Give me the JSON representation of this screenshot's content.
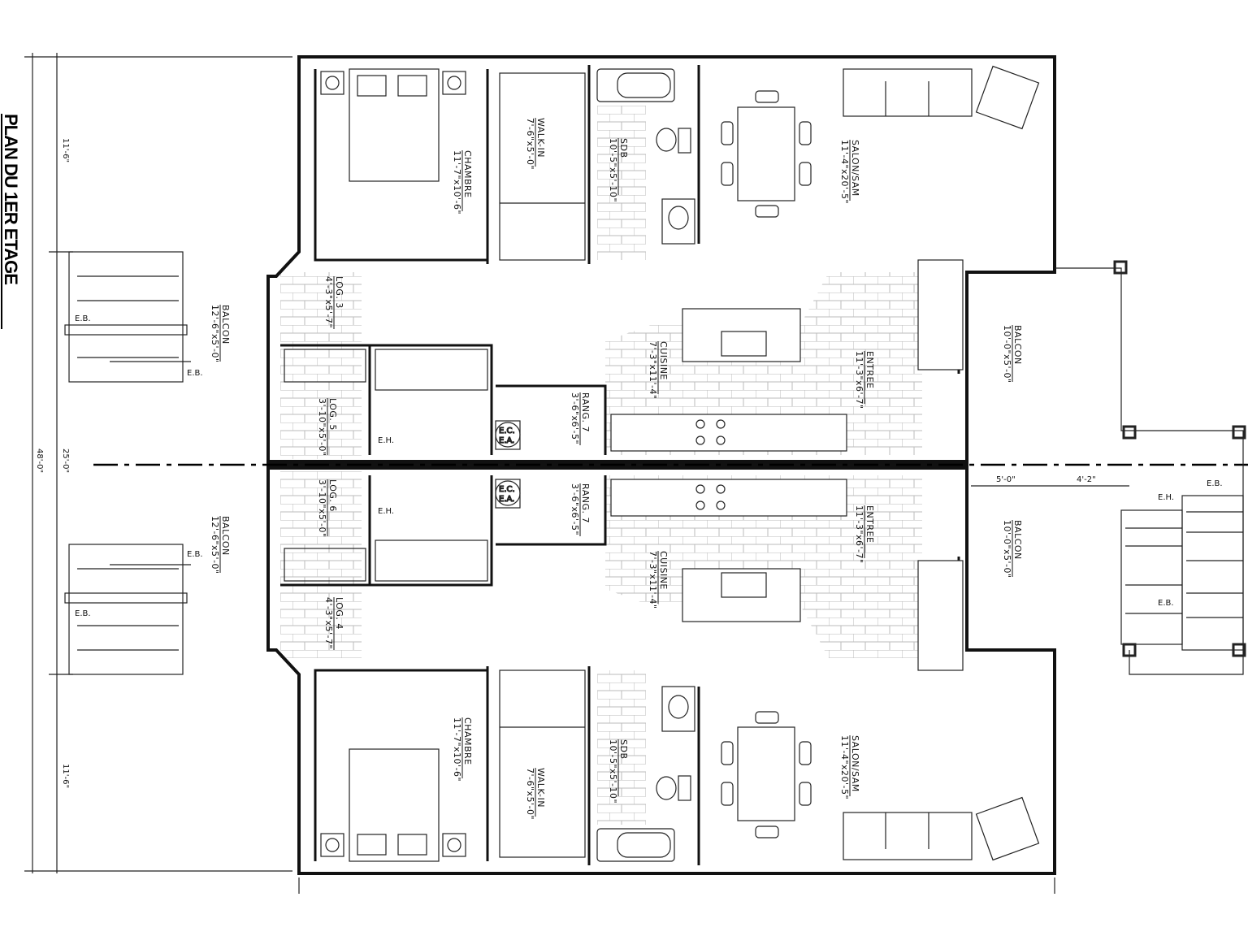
{
  "title": "PLAN DU 1ER ETAGE",
  "dimensions": {
    "top_unit": "11'-6\"",
    "middle": "25'-0\"",
    "overall": "48'-0\"",
    "bottom_unit": "11'-6\"",
    "right_balcony_depth": "5'-0\"",
    "right_stair_offset": "4'-2\""
  },
  "rooms": [
    {
      "name": "CHAMBRE",
      "dims": "11'-7\"x10'-6\""
    },
    {
      "name": "WALK-IN",
      "dims": "7'-6\"x5'-0\""
    },
    {
      "name": "SDB",
      "dims": "10'-5\"x5'-10\""
    },
    {
      "name": "SALON/SAM",
      "dims": "11'-4\"x20'-5\""
    },
    {
      "name": "BALCON",
      "dims": "12'-6\"x5'-0\""
    },
    {
      "name": "LOG. 3",
      "dims": "4'-3\"x5'-7\""
    },
    {
      "name": "LOG. 5",
      "dims": "3'-10\"x5'-0\""
    },
    {
      "name": "RANG. 7",
      "dims": "3'-6\"x6'-5\""
    },
    {
      "name": "CUISINE",
      "dims": "7'-3\"x11'-4\""
    },
    {
      "name": "ENTREE",
      "dims": "11'-3\"x6'-7\""
    },
    {
      "name": "BALCON",
      "dims": "10'-0\"x5'-0\""
    },
    {
      "name": "BALCON",
      "dims": "12'-6\"x5'-0\""
    },
    {
      "name": "LOG. 6",
      "dims": "3'-10\"x5'-0\""
    },
    {
      "name": "LOG. 4",
      "dims": "4'-3\"x5'-7\""
    },
    {
      "name": "RANG. 7",
      "dims": "3'-6\"x6'-5\""
    },
    {
      "name": "CUISINE",
      "dims": "7'-3\"x11'-4\""
    },
    {
      "name": "ENTREE",
      "dims": "11'-3\"x6'-7\""
    },
    {
      "name": "BALCON",
      "dims": "10'-0\"x5'-0\""
    },
    {
      "name": "CHAMBRE",
      "dims": "11'-7\"x10'-6\""
    },
    {
      "name": "WALK-IN",
      "dims": "7'-6\"x5'-0\""
    },
    {
      "name": "SDB",
      "dims": "10'-5\"x5'-10\""
    },
    {
      "name": "SALON/SAM",
      "dims": "11'-4\"x20'-5\""
    }
  ],
  "annotations": {
    "eb": "E.B.",
    "eh": "E.H.",
    "ec": "E.C.",
    "ea": "E.A."
  }
}
